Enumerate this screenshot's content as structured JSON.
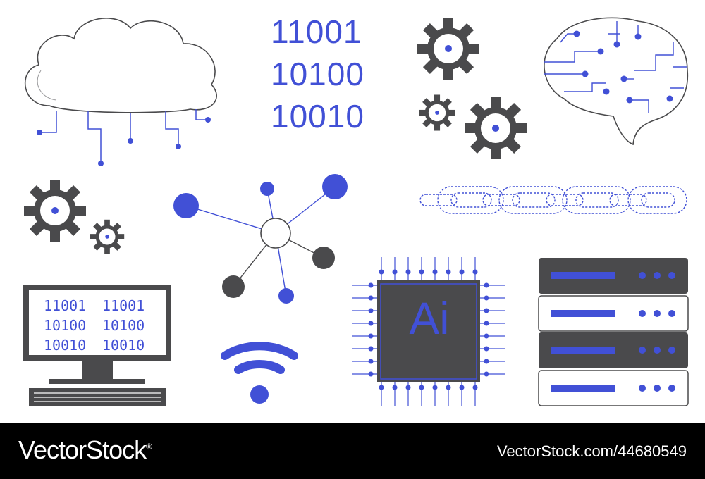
{
  "binary_block": {
    "lines": [
      "11001",
      "10100",
      "10010"
    ]
  },
  "monitor": {
    "left_column": "11001\n10100\n10010",
    "right_column": "11001\n10100\n10010"
  },
  "chip": {
    "label": "Ai"
  },
  "footer": {
    "brand": "VectorStock",
    "registered_mark": "®",
    "image_id": "VectorStock.com/44680549"
  },
  "colors": {
    "accent": "#4150d6",
    "dark": "#4a4a4c",
    "background": "#ffffff",
    "footer": "#000000"
  },
  "icons": [
    "cloud-circuit-icon",
    "binary-text",
    "gear-cluster-icon",
    "brain-circuit-icon",
    "gear-pair-icon",
    "network-node-icon",
    "chain-link-icon",
    "computer-monitor-icon",
    "wifi-icon",
    "ai-chip-icon",
    "server-rack-icon"
  ]
}
